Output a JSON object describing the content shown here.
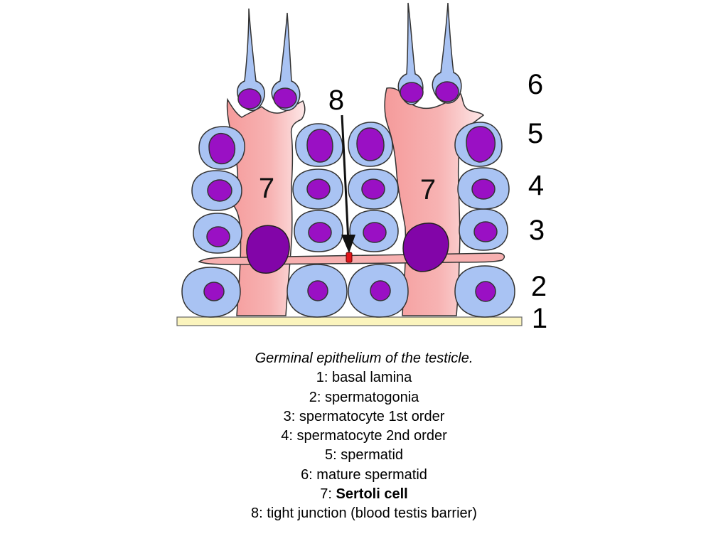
{
  "diagram": {
    "layer_labels": [
      "6",
      "5",
      "4",
      "3",
      "2",
      "1"
    ],
    "sertoli_label": "7",
    "junction_label": "8",
    "colors": {
      "cell_fill": "#a9c3f3",
      "nucleus": "#9a10c4",
      "sertoli_nucleus": "#8205a8",
      "sertoli_fill": "#f5a8a8",
      "basal_lamina": "#fbf4bd",
      "tight_junction": "#e0141a",
      "outline": "#222222"
    }
  },
  "caption": {
    "title": "Germinal epithelium of the testicle.",
    "items": [
      "1: basal lamina",
      "2: spermatogonia",
      "3: spermatocyte 1st order",
      "4: spermatocyte 2nd order",
      "5: spermatid",
      "6: mature spermatid"
    ],
    "item7_prefix": "7: ",
    "item7_term": "Sertoli cell",
    "item8": "8: tight junction (blood testis barrier)"
  }
}
